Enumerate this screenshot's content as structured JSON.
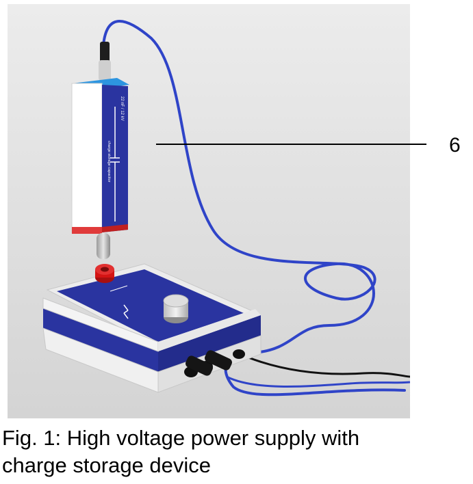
{
  "figure": {
    "callout_number": "6",
    "caption_line1": "Fig. 1: High voltage power supply with",
    "caption_line2": "charge storage device",
    "capacitor_label": "charge storage capacitor",
    "capacitor_rating": "22 nF / 12 kV"
  },
  "colors": {
    "background": "#dcdcdc",
    "device_blue": "#2a34a0",
    "cable_blue": "#2f44c8",
    "knob_red": "#d41414"
  }
}
